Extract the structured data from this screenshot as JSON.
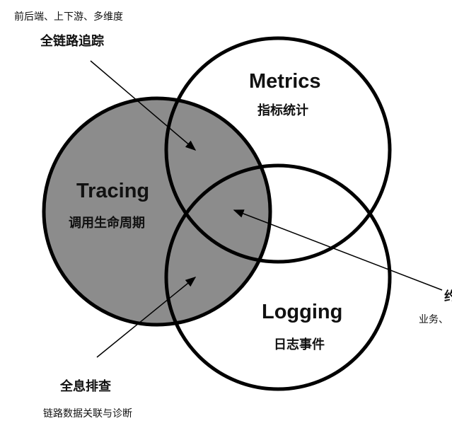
{
  "labels": {
    "tracing_title": "Tracing",
    "tracing_sub": "调用生命周期",
    "metrics_title": "Metrics",
    "metrics_sub": "指标统计",
    "logging_title": "Logging",
    "logging_sub": "日志事件",
    "top_note": "前后端、上下游、多维度",
    "top_heading": "全链路追踪",
    "bottom_heading": "全息排查",
    "bottom_note": "链路数据关联与诊断",
    "right_heading_partial": "约",
    "right_note_partial": "业务、"
  },
  "colors": {
    "tracing_fill": "#8c8c8c",
    "stroke": "#000000",
    "background": "#ffffff"
  }
}
